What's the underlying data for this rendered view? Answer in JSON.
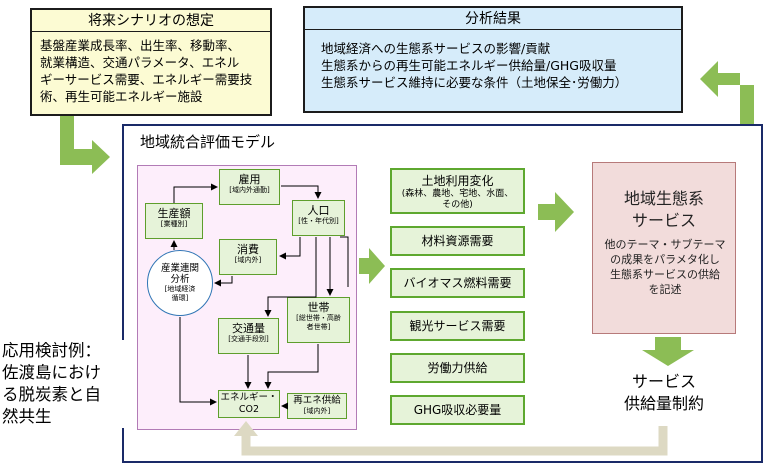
{
  "scenario": {
    "title": "将来シナリオの想定",
    "lines": [
      "基盤産業成長率、出生率、移動率、",
      "就業構造、交通パラメータ、エネル",
      "ギーサービス需要、エネルギー需要技",
      "術、再生可能エネルギー施設"
    ]
  },
  "results": {
    "title": "分析結果",
    "lines": [
      "地域経済への生態系サービスの影響/貢献",
      "生態系からの再生可能エネルギー供給量/GHG吸収量",
      "生態系サービス維持に必要な条件（土地保全･労働力）"
    ]
  },
  "model": {
    "title": "地域統合評価モデル",
    "nodes": {
      "employment": {
        "label": "雇用",
        "sub": "[域内外通勤]"
      },
      "population": {
        "label": "人口",
        "sub": "[性・年代別]"
      },
      "production": {
        "label": "生産額",
        "sub": "[業種別]"
      },
      "consumption": {
        "label": "消費",
        "sub": "[域内外]"
      },
      "industry": {
        "line1": "産業連関",
        "line2": "分析",
        "sub1": "[地域経済",
        "sub2": "循環]"
      },
      "household": {
        "label": "世帯",
        "sub1": "[総世帯・高齢",
        "sub2": "者世帯]"
      },
      "traffic": {
        "label": "交通量",
        "sub": "[交通手段別]"
      },
      "energy": {
        "label": "エネルギー・",
        "sub": "CO2"
      },
      "renewable": {
        "label": "再エネ供給",
        "sub": "[域内外]"
      }
    },
    "outputs": [
      {
        "label": "土地利用変化",
        "sub": "(森林、農地、宅地、水面、その他)"
      },
      {
        "label": "材料資源需要"
      },
      {
        "label": "バイオマス燃料需要"
      },
      {
        "label": "観光サービス需要"
      },
      {
        "label": "労働力供給"
      },
      {
        "label": "GHG吸収必要量"
      }
    ],
    "eco": {
      "title1": "地域生態系",
      "title2": "サービス",
      "body": [
        "他のテーマ・サブテーマ",
        "の成果をパラメタ化し",
        "生態系サービスの供給",
        "を記述"
      ]
    },
    "supply": {
      "line1": "サービス",
      "line2": "供給量制約"
    }
  },
  "application": {
    "lines": [
      "応用検討例：",
      "佐渡島におけ",
      "る脱炭素と自",
      "然共生"
    ]
  },
  "colors": {
    "scenario_bg": "#fcfbd3",
    "results_bg": "#d6ecfa",
    "model_border": "#1a2a68",
    "pink_bg": "#fdeefb",
    "green_bg": "#e6f3d9",
    "green_border": "#5ea82f",
    "arrow_green": "#8cbd55",
    "eco_bg": "#f2dcdb",
    "feedback_arrow": "#ddd9c3"
  }
}
